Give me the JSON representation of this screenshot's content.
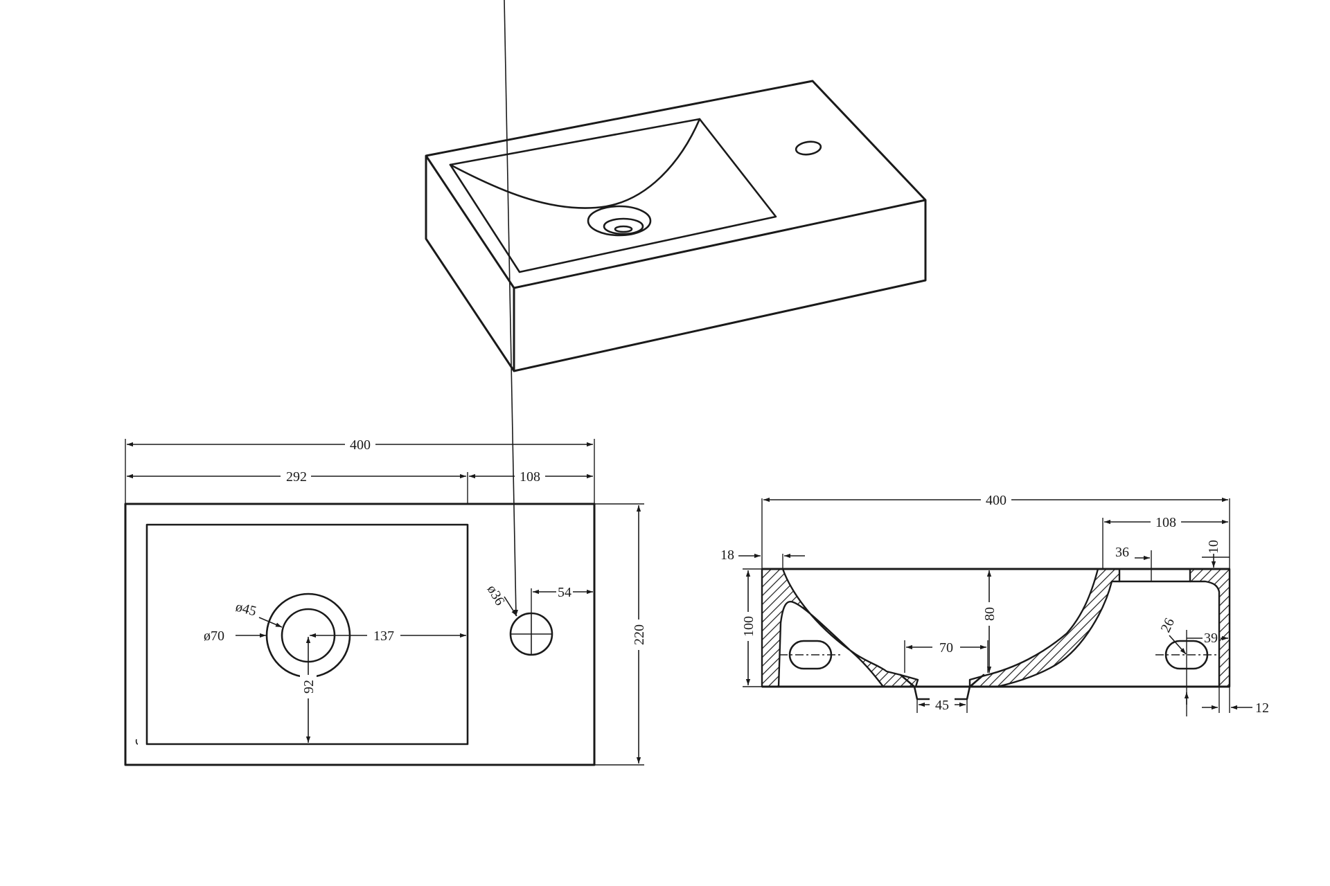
{
  "colors": {
    "line": "#1a1a1a",
    "background": "#ffffff"
  },
  "plan_view": {
    "overall_width": "400",
    "basin_width": "292",
    "deck_width": "108",
    "depth": "220",
    "tap_hole_diameter": "36",
    "tap_hole_offset": "54",
    "drain_inner_diameter": "45",
    "drain_outer_diameter": "70",
    "drain_to_basin_edge": "137",
    "drain_to_front_edge": "92",
    "diameter_symbol": "ø"
  },
  "section_view": {
    "overall_width": "400",
    "deck_width": "108",
    "rim_thickness": "18",
    "deck_recess": "36",
    "deck_recess_depth": "10",
    "height": "100",
    "basin_depth": "80",
    "bottom_opening": "70",
    "drain_opening": "45",
    "slot_height": "26",
    "slot_offset": "39",
    "wall_thickness": "12"
  }
}
